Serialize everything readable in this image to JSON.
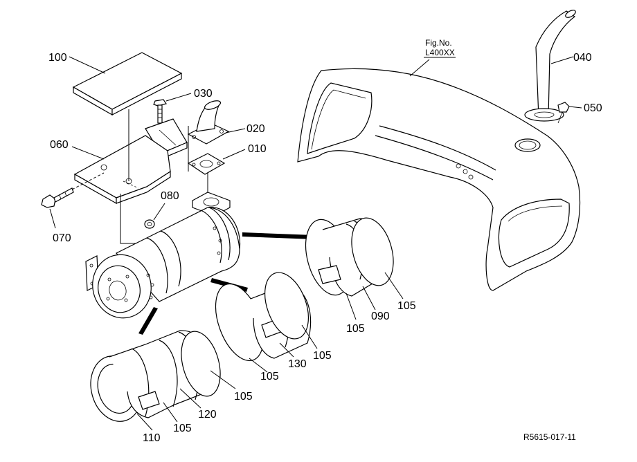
{
  "labels": {
    "p010": "010",
    "p020": "020",
    "p030": "030",
    "p040": "040",
    "p050": "050",
    "p060": "060",
    "p070": "070",
    "p080": "080",
    "p090": "090",
    "p100": "100",
    "p105a": "105",
    "p105b": "105",
    "p105c": "105",
    "p105d": "105",
    "p105e": "105",
    "p105f": "105",
    "p110": "110",
    "p120": "120",
    "p130": "130"
  },
  "figure": {
    "fig_no": "Fig.No.",
    "fig_code": "L400XX",
    "reference": "R5615-017-11"
  }
}
